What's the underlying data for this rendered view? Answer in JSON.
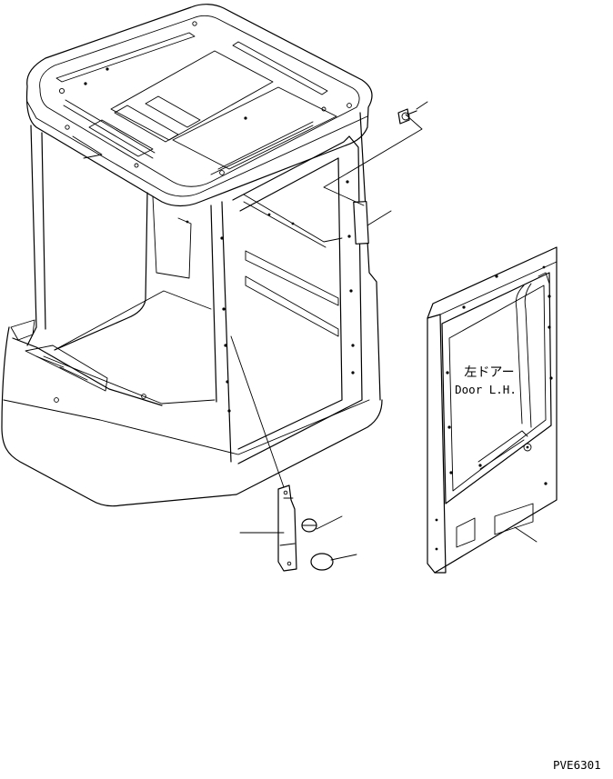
{
  "diagram": {
    "door_label_jp": "左ドアー",
    "door_label_en": "Door L.H.",
    "figure_code": "PVE6301"
  }
}
